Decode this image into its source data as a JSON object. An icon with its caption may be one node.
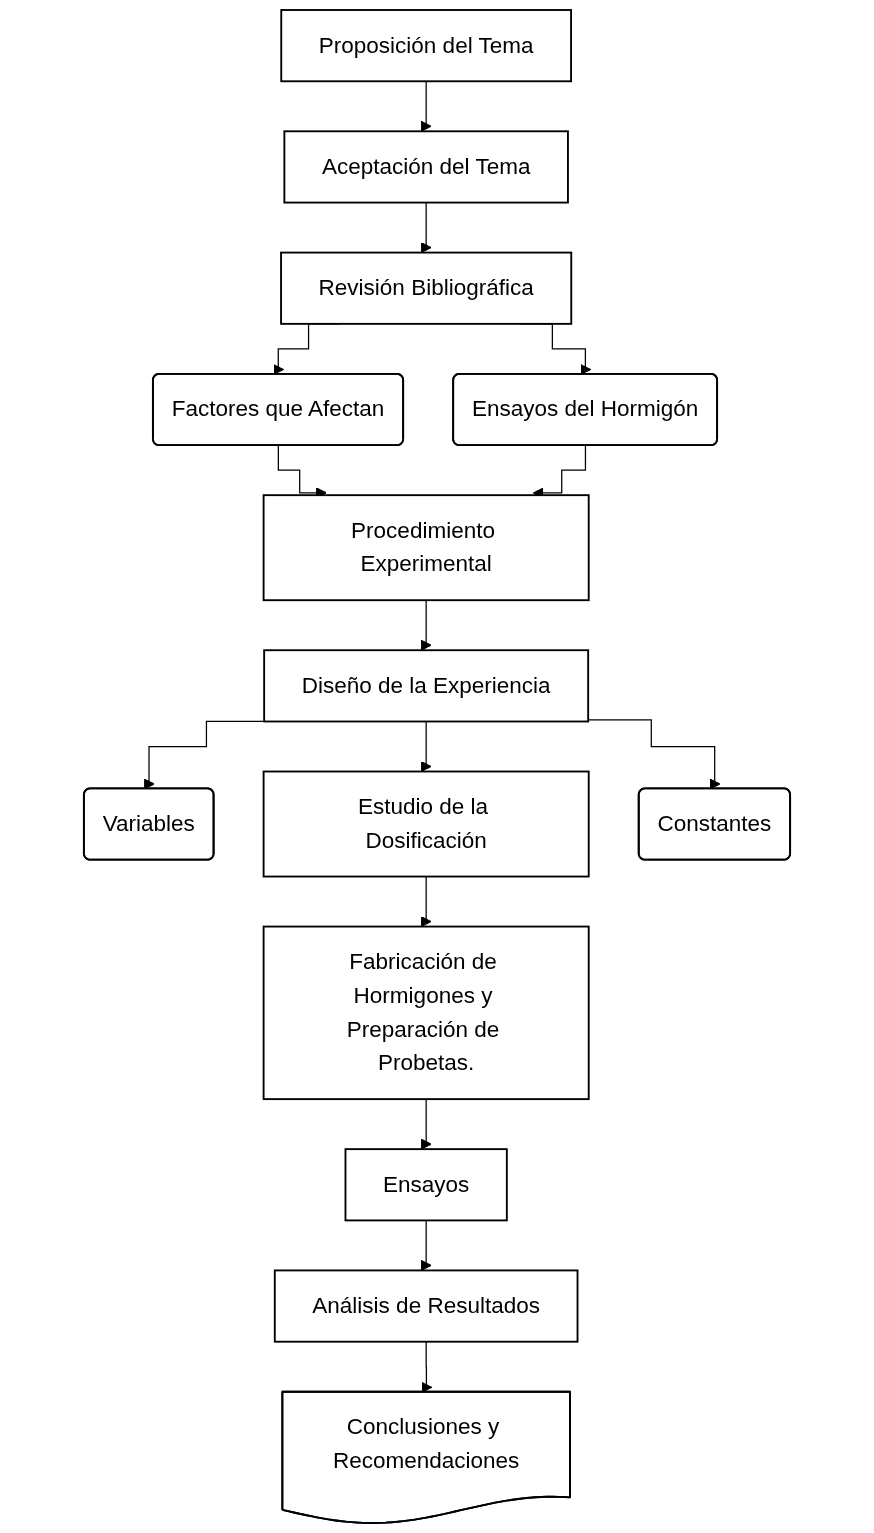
{
  "diagram": {
    "nodes": [
      {
        "text": [
          "Proposición del Tema"
        ]
      },
      {
        "text": [
          "Aceptación del Tema"
        ]
      },
      {
        "text": [
          "Revisión Bibliográfica"
        ]
      },
      {
        "text": [
          "Factores que Afectan"
        ]
      },
      {
        "text": [
          "Ensayos del Hormigón"
        ]
      },
      {
        "text": [
          "Procedimiento Experimental"
        ]
      },
      {
        "text": [
          "Diseño de la Experiencia"
        ]
      },
      {
        "text": [
          "Variables"
        ]
      },
      {
        "text": [
          "Estudio de la Dosificación"
        ]
      },
      {
        "text": [
          "Constantes"
        ]
      },
      {
        "text": [
          "Fabricación de Hormigones y Preparación de Probetas."
        ]
      },
      {
        "text": [
          "Ensayos"
        ]
      },
      {
        "text": [
          "Análisis de Resultados"
        ]
      },
      {
        "text": [
          "Conclusiones y Recomendaciones"
        ]
      }
    ],
    "edges": [
      {
        "from": 0,
        "to": 1,
        "arrow": "to"
      },
      {
        "from": 1,
        "to": 2,
        "arrow": "to"
      },
      {
        "from": 2,
        "to": 3,
        "arrow": "to"
      },
      {
        "from": 2,
        "to": 4,
        "arrow": "to"
      },
      {
        "from": 3,
        "to": 5,
        "arrow": "to"
      },
      {
        "from": 4,
        "to": 5,
        "arrow": "to"
      },
      {
        "from": 5,
        "to": 6,
        "arrow": "to"
      },
      {
        "from": 6,
        "to": 7,
        "arrow": "to"
      },
      {
        "from": 6,
        "to": 8,
        "arrow": "to"
      },
      {
        "from": 6,
        "to": 9,
        "arrow": "to"
      },
      {
        "from": 8,
        "to": 10,
        "arrow": "to"
      },
      {
        "from": 10,
        "to": 11,
        "arrow": "to"
      },
      {
        "from": 11,
        "to": 12,
        "arrow": "to"
      },
      {
        "from": 12,
        "to": 13,
        "arrow": "to"
      }
    ]
  }
}
